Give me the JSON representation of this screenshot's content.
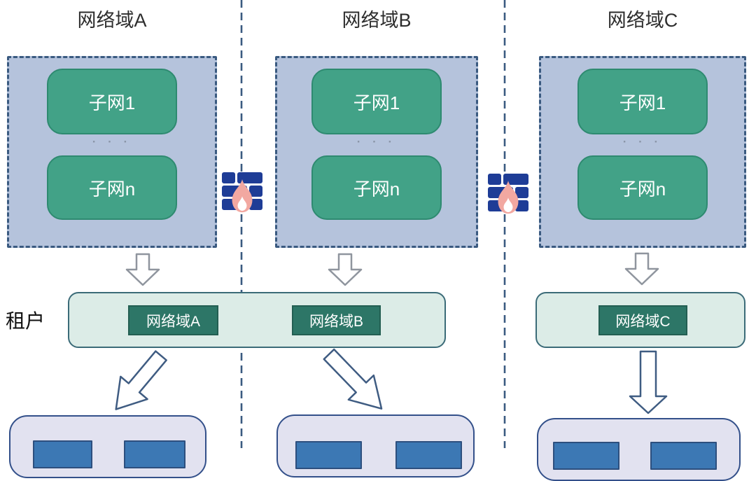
{
  "domains": [
    {
      "title": "网络域A",
      "subnet_first": "子网1",
      "ellipsis": "· · ·",
      "subnet_last": "子网n"
    },
    {
      "title": "网络域B",
      "subnet_first": "子网1",
      "ellipsis": "· · ·",
      "subnet_last": "子网n"
    },
    {
      "title": "网络域C",
      "subnet_first": "子网1",
      "ellipsis": "· · ·",
      "subnet_last": "子网n"
    }
  ],
  "tenant": {
    "label": "租户",
    "chips": [
      "网络域A",
      "网络域B",
      "网络域C"
    ]
  },
  "colors": {
    "domain_fill": "#b5c3dc",
    "domain_border": "#3a5a80",
    "subnet_green": "#42a287",
    "firewall_brick": "#1e3c96",
    "flame_salmon": "#f2a8a1",
    "tenant_fill": "#dcece7",
    "tenant_border": "#3b6b78",
    "chip_green": "#2d7667",
    "bottom_fill": "#e2e2f0",
    "bottom_border": "#33508a",
    "inner_blue": "#3c78b4",
    "arrow_grey": "#8f959e",
    "arrow_blue": "#3f5c82"
  }
}
